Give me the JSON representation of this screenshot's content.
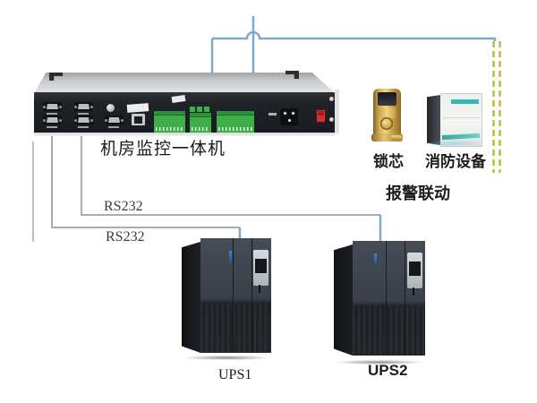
{
  "diagram": {
    "monitor": {
      "label": "机房监控一体机"
    },
    "connections": {
      "rs232_to_ups2": "RS232",
      "rs232_to_ups1": "RS232"
    },
    "alarm_group": {
      "lock_label": "锁芯",
      "fire_label": "消防设备",
      "group_label": "报警联动"
    },
    "ups": [
      {
        "label": "UPS1"
      },
      {
        "label": "UPS2"
      }
    ],
    "colors": {
      "wire_blue": "#7fa8cd",
      "wire_gray": "#a9adb2",
      "wire_dashed_olive": "#b9bd3e",
      "device_panel_black": "#1f2327",
      "device_top_gray": "#c9ccce",
      "terminal_green": "#3fae49",
      "power_switch_red": "#d23131",
      "lock_gold": "#d8b055",
      "fire_teal": "#35b8ad",
      "ups_body_dark": "#3a4049"
    }
  }
}
